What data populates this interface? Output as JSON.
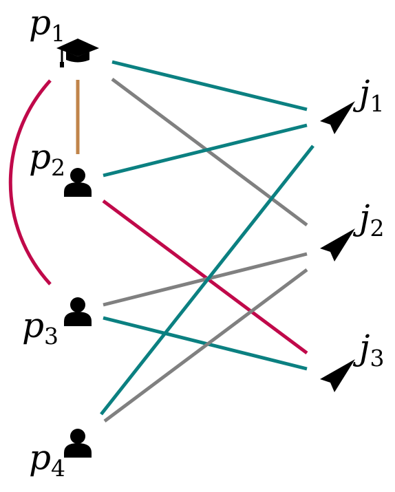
{
  "colors": {
    "teal": "#0b8081",
    "gray": "#808080",
    "crimson": "#c0094a",
    "brown": "#c0844a",
    "icon": "#000000"
  },
  "nodes": {
    "p1": {
      "base": "p",
      "sub": "1",
      "icon": "graduation-cap-icon"
    },
    "p2": {
      "base": "p",
      "sub": "2",
      "icon": "person-icon"
    },
    "p3": {
      "base": "p",
      "sub": "3",
      "icon": "person-icon"
    },
    "p4": {
      "base": "p",
      "sub": "4",
      "icon": "person-icon"
    },
    "j1": {
      "base": "j",
      "sub": "1",
      "icon": "paper-plane-icon"
    },
    "j2": {
      "base": "j",
      "sub": "2",
      "icon": "paper-plane-icon"
    },
    "j3": {
      "base": "j",
      "sub": "3",
      "icon": "paper-plane-icon"
    }
  },
  "edges": [
    {
      "from": "p1",
      "to": "j1",
      "color": "teal"
    },
    {
      "from": "p1",
      "to": "j2",
      "color": "gray"
    },
    {
      "from": "p2",
      "to": "j1",
      "color": "teal"
    },
    {
      "from": "p2",
      "to": "j3",
      "color": "crimson"
    },
    {
      "from": "p3",
      "to": "j2",
      "color": "gray"
    },
    {
      "from": "p3",
      "to": "j3",
      "color": "teal"
    },
    {
      "from": "p4",
      "to": "j1",
      "color": "teal"
    },
    {
      "from": "p4",
      "to": "j2",
      "color": "gray"
    },
    {
      "from": "p1",
      "to": "p2",
      "color": "brown"
    },
    {
      "from": "p1",
      "to": "p3",
      "color": "crimson"
    }
  ]
}
